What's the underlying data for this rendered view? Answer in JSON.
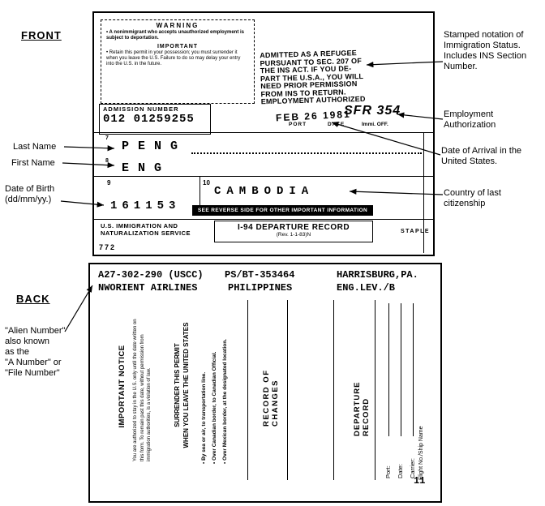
{
  "front": {
    "section_label": "FRONT",
    "form": {
      "warning_title": "WARNING",
      "warning_text": "• A nonimmigrant who accepts unauthorized employment is subject to deportation.",
      "important_title": "IMPORTANT",
      "important_text": "• Retain this permit in your possession; you must surrender it when you leave the U.S. Failure to do so may delay your entry into the U.S. in the future.",
      "stamp_text": "ADMITTED AS A REFUGEE\nPURSUANT TO SEC. 207 OF\nTHE INS ACT. IF YOU DE-\nPART THE U.S.A., YOU WILL\nNEED PRIOR PERMISSION\nFROM INS TO RETURN.\nEMPLOYMENT AUTHORIZED",
      "admission_number_label": "ADMISSION NUMBER",
      "admission_number": "012 01259255",
      "date_stamp": "FEB 26 1981",
      "officer_stamp": "SFR 354",
      "port_label": "PORT",
      "date_label": "DATE",
      "officer_label": "Immi. OFF.",
      "field7_number": "7",
      "last_name_value": "PENG",
      "field8_number": "8",
      "first_name_value": "ENG",
      "field9_number": "9",
      "field10_number": "10",
      "birth_date_value": "161153",
      "country_value": "CAMBODIA",
      "reverse_bar_text": "SEE REVERSE SIDE FOR OTHER IMPORTANT INFORMATION",
      "agency_name": "U.S. IMMIGRATION AND\nNATURALIZATION SERVICE",
      "form_title": "I-94 DEPARTURE RECORD",
      "form_revision": "(Rev. 1-1-83)N",
      "staple_label": "STAPLE",
      "form_number": "772"
    },
    "annotations": {
      "stamped_notation": "Stamped notation of Immigration Status. Includes INS Section Number.",
      "employment": "Employment Authorization",
      "arrival_date": "Date of Arrival in the United States.",
      "country": "Country of last citizenship",
      "last_name": "Last Name",
      "first_name": "First Name",
      "birth_date": "Date of Birth\n(dd/mm/yy.)"
    }
  },
  "back": {
    "section_label": "BACK",
    "annotations": {
      "alien_number": "\"Alien Number\"\nalso known\nas the\n\"A Number\" or\n\"File Number\""
    },
    "form": {
      "row1": [
        "A27-302-290 (USCC)",
        "PS/BT-353464",
        "HARRISBURG,PA."
      ],
      "row2": [
        "NWORIENT AIRLINES",
        "PHILIPPINES",
        "ENG.LEV./B"
      ],
      "notice_title": "IMPORTANT NOTICE",
      "notice_body": "You are authorized to stay in the U.S. only until the date written on this form. To remain past this date, without permission from immigration authorities, is a violation of law.",
      "surrender_title": "SURRENDER THIS PERMIT\nWHEN YOU LEAVE THE UNITED STATES",
      "bullets": [
        "• By sea or air, to transportation line.",
        "• Over Canadian border, to Canadian Official.",
        "• Over Mexican border, at the designated location."
      ],
      "record_of_changes": "RECORD OF CHANGES",
      "departure_record": "DEPARTURE RECORD",
      "port_label": "Port:",
      "date_label": "Date:",
      "carrier_label": "Carrier:",
      "flight_label": "Flight No./Ship Name",
      "page_number": "11"
    }
  }
}
